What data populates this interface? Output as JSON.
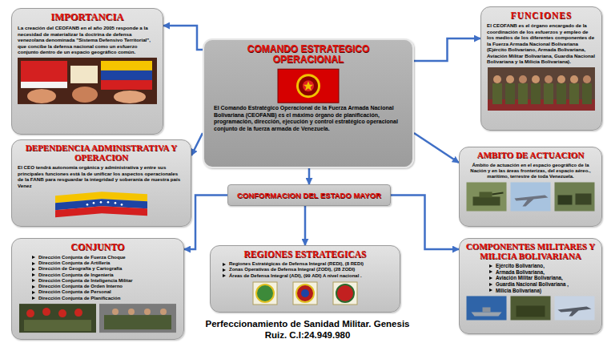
{
  "diagram": {
    "caption": "Perfeccionamiento de Sanidad Militar. Genesis Ruiz. C.I:24.949.980",
    "nodes": [
      {
        "text": [
          "IMPORTANCIA",
          "La creación del CEOFANB en el año 2005 responde a la necesidad de materializar la doctrina de defensa venezolana denominada \"Sistema Defensivo Territorial\", que concibe la defensa nacional como un esfuerzo conjunto dentro de un espacio geográfico común."
        ]
      },
      {
        "text": [
          "COMANDO ESTRATEGICO OPERACIONAL",
          "El Comando Estratégico Operacional de la Fuerza Armada Nacional Bolivariana (CEOFANB) es el máximo órgano de planificación, programación, dirección, ejecución y control estratégico operacional conjunto de la fuerza armada de Venezuela."
        ]
      },
      {
        "text": [
          "FUNCIONES",
          "El CEOFANB es el órgano encargado de la coordinación de los esfuerzos y empleo de los medios de los diferentes componentes de la Fuerza Armada Nacional Bolivariana (Ejército Bolivariano, Armada Bolivariana, Aviación Militar Bolivariana, Guardia Nacional Bolivariana y la Milicia Bolivariana)."
        ]
      },
      {
        "text": [
          "DEPENDENCIA ADMINISTRATIVA Y OPERACION",
          "El CEO tendrá autonomía orgánica y administrativa y entre sus principales funciones está la de unificar los aspectos operacionales de la FANB para resguardar la integridad y soberanía de nuestra país Venez"
        ]
      },
      {
        "text": [
          "AMBITO DE ACTUACION",
          "Ámbito de actuación en el espacio geográfico de la Nación y en las áreas fronterizas, del espacio aéreo., marítimo, terrestre de toda Venezuela."
        ]
      },
      {
        "text": [
          "CONFORMACION DEL ESTADO MAYOR"
        ]
      },
      {
        "text": [
          "CONJUNTO",
          "Dirección Conjunta de Fuerza Choque",
          "Dirección Conjunta de Artillería",
          "Dirección de Geografía y Cartografía",
          "Dirección Conjunta de Ingeniería",
          "Dirección Conjunta de Inteligencia Militar",
          "Dirección Conjunta de Orden Interno",
          "Dirección Conjunta de Personal",
          "Dirección Conjunta de Planificación"
        ]
      },
      {
        "text": [
          "REGIONES ESTRATEGICAS",
          "Regiones Estratégicas de Defensa Integral (REDI), (8 REDI)",
          "Zonas Operativas de Defensa Integral (ZODI), (28 ZODI)",
          "Áreas de Defensa Integral (ADI), (99 ADI) A nivel nacional ."
        ]
      },
      {
        "text": [
          "COMPONENTES MILITARES Y MILICIA BOLIVARIANA",
          "Ejército Bolivariano,",
          "Armada Bolivariana,",
          "Aviación Militar Bolivariana,",
          "Guardia Nacional Bolivariana ,",
          "Milicia Bolivariana)"
        ]
      }
    ],
    "edges": [
      {
        "from": 1,
        "to": 0,
        "arrow": "to"
      },
      {
        "from": 1,
        "to": 2,
        "arrow": "to"
      },
      {
        "from": 1,
        "to": 3,
        "arrow": "to"
      },
      {
        "from": 1,
        "to": 4,
        "arrow": "to"
      },
      {
        "from": 1,
        "to": 5,
        "arrow": "to"
      },
      {
        "from": 5,
        "to": 6,
        "arrow": "to"
      },
      {
        "from": 5,
        "to": 7,
        "arrow": "to"
      },
      {
        "from": 5,
        "to": 8,
        "arrow": "to"
      }
    ]
  }
}
